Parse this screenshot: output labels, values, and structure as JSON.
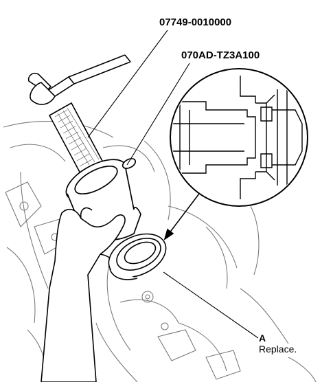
{
  "callouts": {
    "tool_1": "07749-0010000",
    "tool_2": "070AD-TZ3A100",
    "part_letter": "A",
    "part_note": "Replace."
  },
  "colors": {
    "ink": "#000000",
    "paper": "#ffffff",
    "line_art_gray": "#7a7a7a"
  },
  "icons": [
    "hammer-icon",
    "driver-handle-icon",
    "attachment-icon",
    "oil-seal-icon",
    "hand-icon",
    "detail-magnifier-icon"
  ]
}
